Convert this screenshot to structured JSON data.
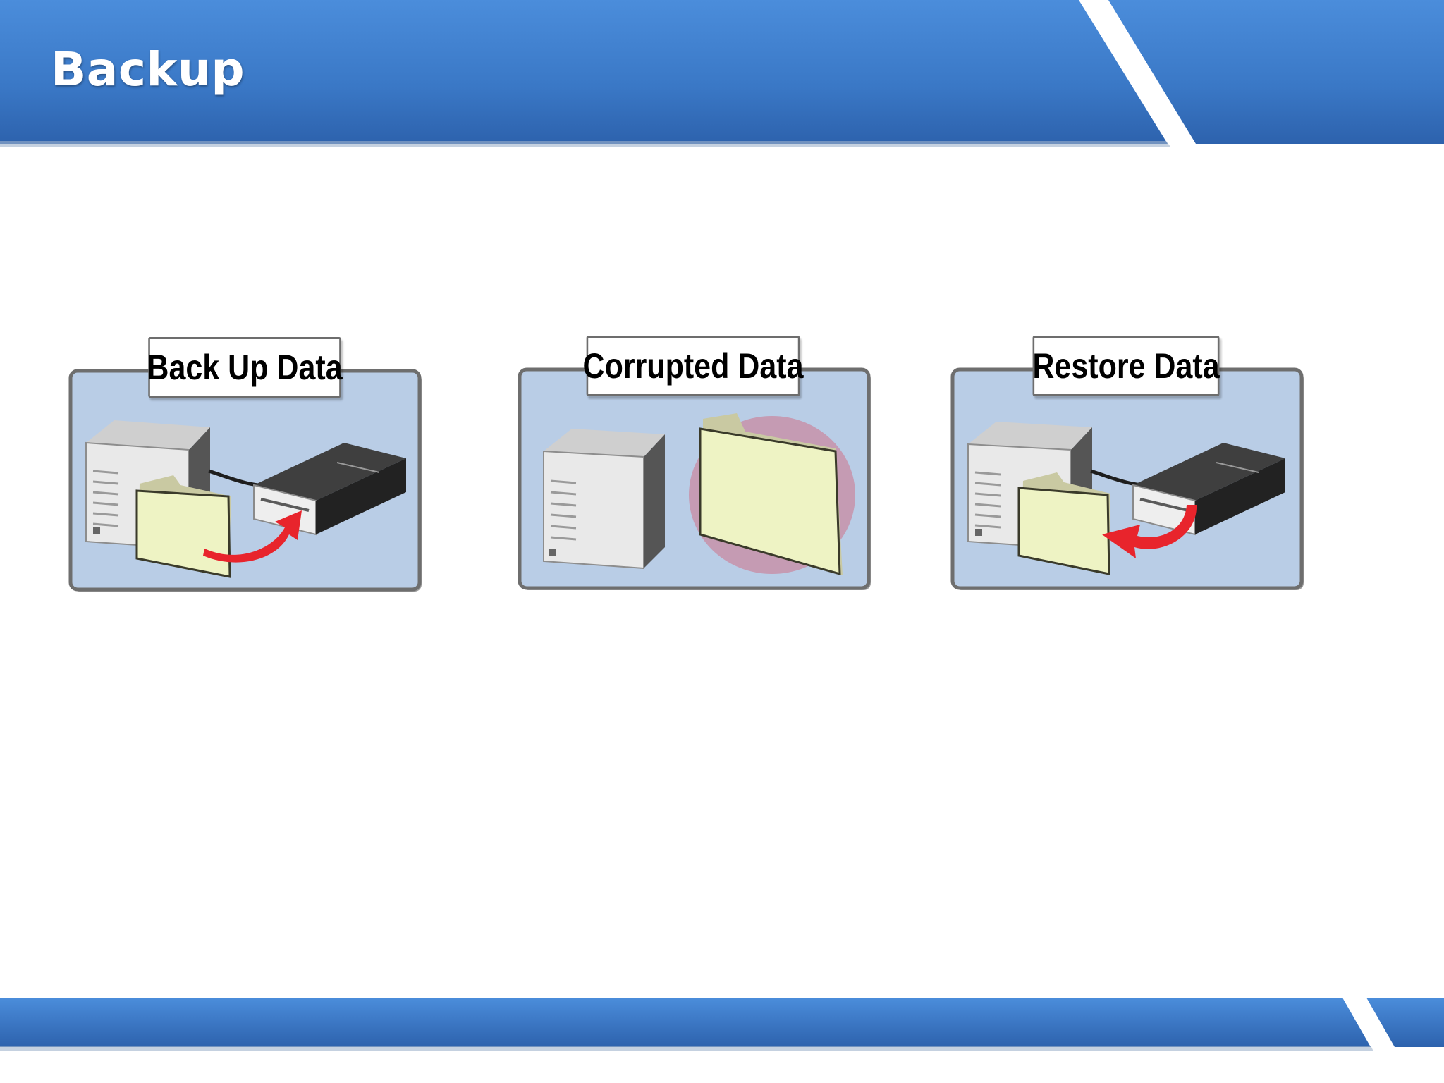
{
  "slide": {
    "title": "Backup"
  },
  "colors": {
    "banner_blue": "#3c7dcb",
    "banner_blue_dark": "#2b5ea3",
    "panel_fill": "#b9cde6",
    "folder_fill": "#eef3c4",
    "arrow_red": "#e8242c",
    "corruption_halo": "#c98aa2"
  },
  "panels": [
    {
      "label": "Back Up Data",
      "icons": [
        "server-icon",
        "folder-icon",
        "tape-drive-icon",
        "arrow-icon"
      ]
    },
    {
      "label": "Corrupted Data",
      "icons": [
        "server-icon",
        "corrupted-folder-icon"
      ]
    },
    {
      "label": "Restore Data",
      "icons": [
        "server-icon",
        "folder-icon",
        "tape-drive-icon",
        "arrow-icon"
      ]
    }
  ]
}
